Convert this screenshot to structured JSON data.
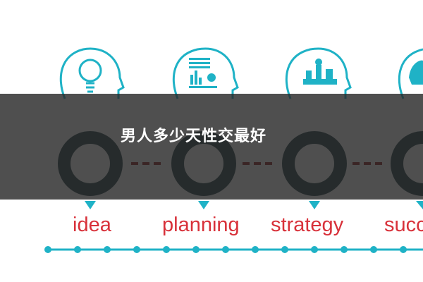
{
  "caption": "男人多少天性交最好",
  "steps": [
    {
      "label": "idea",
      "icon": "lightbulb-icon"
    },
    {
      "label": "planning",
      "icon": "chart-document-icon"
    },
    {
      "label": "strategy",
      "icon": "chess-pieces-icon"
    },
    {
      "label": "succ",
      "icon": "head-icon"
    }
  ],
  "colors": {
    "teal": "#1fb2c6",
    "dark_ring": "#1c3a40",
    "dash": "#8b1a1a",
    "label": "#d8313a",
    "overlay": "#333333"
  }
}
